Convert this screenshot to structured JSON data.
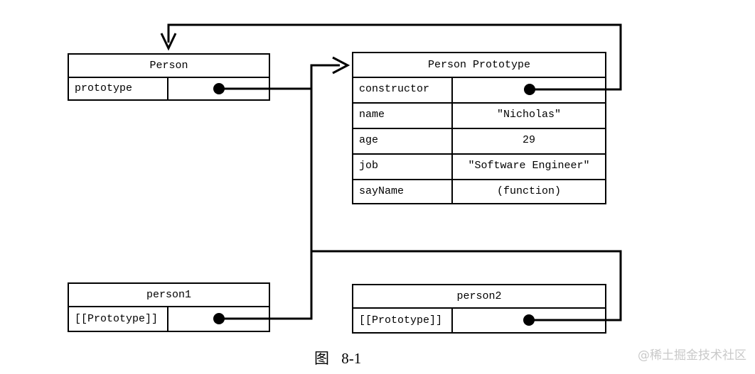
{
  "diagram": {
    "caption": "图 8-1",
    "watermark": "@稀土掘金技术社区",
    "colors": {
      "line": "#000000",
      "background": "#ffffff",
      "watermark_gray": "#c9c9c9"
    },
    "nodes": {
      "person": {
        "title": "Person",
        "rows": [
          {
            "key": "prototype",
            "pointer": true
          }
        ]
      },
      "personPrototype": {
        "title": "Person Prototype",
        "rows": [
          {
            "key": "constructor",
            "pointer": true
          },
          {
            "key": "name",
            "value": "\"Nicholas\""
          },
          {
            "key": "age",
            "value": "29"
          },
          {
            "key": "job",
            "value": "\"Software Engineer\""
          },
          {
            "key": "sayName",
            "value": "(function)"
          }
        ]
      },
      "person1": {
        "title": "person1",
        "rows": [
          {
            "key": "[[Prototype]]",
            "pointer": true
          }
        ]
      },
      "person2": {
        "title": "person2",
        "rows": [
          {
            "key": "[[Prototype]]",
            "pointer": true
          }
        ]
      }
    },
    "edges": [
      {
        "from": "Person.prototype",
        "to": "Person Prototype"
      },
      {
        "from": "Person Prototype.constructor",
        "to": "Person"
      },
      {
        "from": "person1.[[Prototype]]",
        "to": "Person Prototype"
      },
      {
        "from": "person2.[[Prototype]]",
        "to": "Person Prototype"
      }
    ]
  }
}
